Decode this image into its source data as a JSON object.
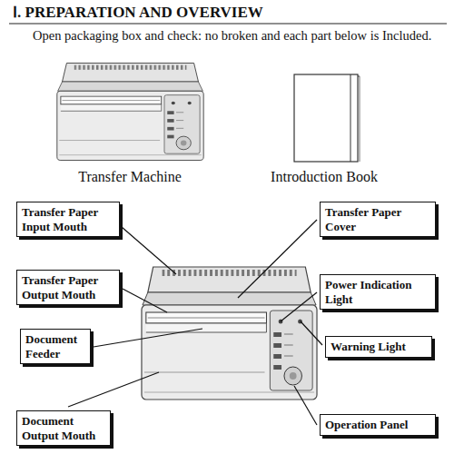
{
  "diagram": {
    "title": "Ⅰ. PREPARATION AND OVERVIEW",
    "nodes": [
      {
        "text": [
          "Transfer Paper Input Mouth"
        ]
      },
      {
        "text": [
          "Transfer Paper Cover"
        ]
      },
      {
        "text": [
          "Transfer Paper Output Mouth"
        ]
      },
      {
        "text": [
          "Power Indication Light"
        ]
      },
      {
        "text": [
          "Document Feeder"
        ]
      },
      {
        "text": [
          "Warning Light"
        ]
      },
      {
        "text": [
          "Document Output Mouth"
        ]
      },
      {
        "text": [
          "Operation Panel"
        ]
      }
    ],
    "labels": [
      "Open packaging box and check: no broken and each part below is Included.",
      "Transfer Machine",
      "Introduction Book"
    ]
  }
}
